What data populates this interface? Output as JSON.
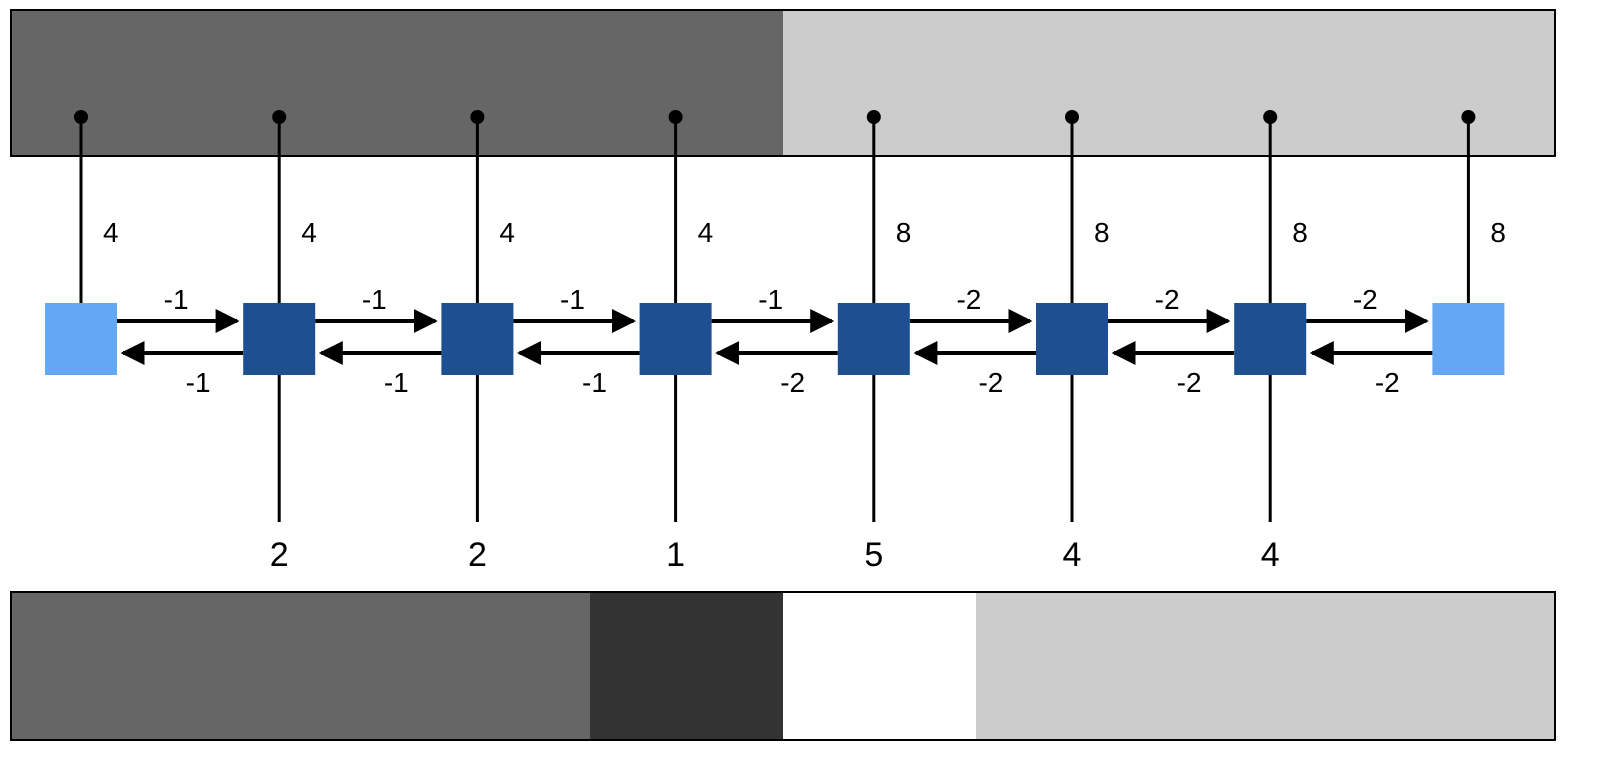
{
  "colors": {
    "background": "#ffffff",
    "stroke": "#000000",
    "node_inner": "#1d4f91",
    "node_end": "#64a7f2",
    "top_band": [
      "#666666",
      "#cccccc"
    ],
    "bottom_band": [
      "#666666",
      "#333333",
      "#ffffff",
      "#cccccc"
    ]
  },
  "top_band": {
    "segments": [
      {
        "shade": "#666666",
        "span": 4
      },
      {
        "shade": "#cccccc",
        "span": 4
      }
    ]
  },
  "bottom_band": {
    "segments": [
      {
        "shade": "#666666",
        "span": 3
      },
      {
        "shade": "#333333",
        "span": 1
      },
      {
        "shade": "#ffffff",
        "span": 1
      },
      {
        "shade": "#cccccc",
        "span": 3
      }
    ]
  },
  "nodes": [
    {
      "type": "end",
      "top_label": "4",
      "bottom_label": null
    },
    {
      "type": "inner",
      "top_label": "4",
      "bottom_label": "2"
    },
    {
      "type": "inner",
      "top_label": "4",
      "bottom_label": "2"
    },
    {
      "type": "inner",
      "top_label": "4",
      "bottom_label": "1"
    },
    {
      "type": "inner",
      "top_label": "8",
      "bottom_label": "5"
    },
    {
      "type": "inner",
      "top_label": "8",
      "bottom_label": "4"
    },
    {
      "type": "inner",
      "top_label": "8",
      "bottom_label": "4"
    },
    {
      "type": "end",
      "top_label": "8",
      "bottom_label": null
    }
  ],
  "edges": [
    {
      "forward": "-1",
      "backward": "-1"
    },
    {
      "forward": "-1",
      "backward": "-1"
    },
    {
      "forward": "-1",
      "backward": "-1"
    },
    {
      "forward": "-1",
      "backward": "-2"
    },
    {
      "forward": "-2",
      "backward": "-2"
    },
    {
      "forward": "-2",
      "backward": "-2"
    },
    {
      "forward": "-2",
      "backward": "-2"
    }
  ]
}
